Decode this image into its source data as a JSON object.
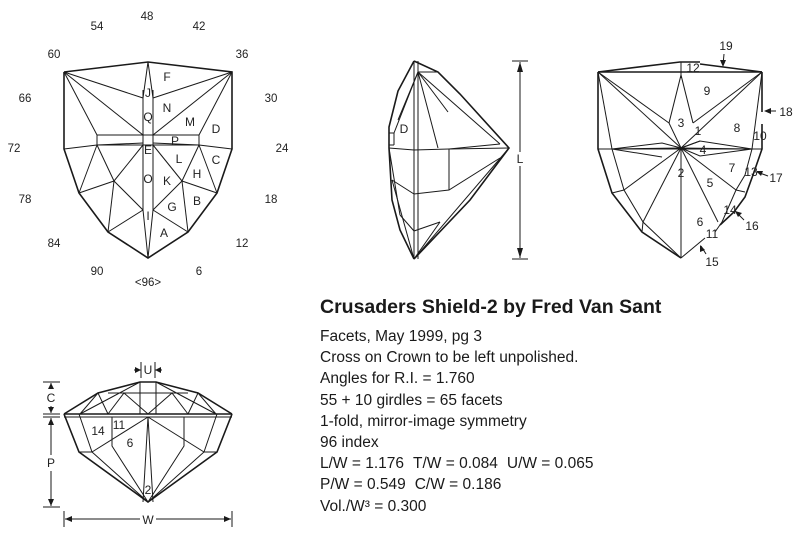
{
  "diagram": {
    "index_wheel": {
      "labels": [
        "48",
        "54",
        "42",
        "60",
        "36",
        "66",
        "30",
        "72",
        "24",
        "78",
        "18",
        "84",
        "12",
        "90",
        "6"
      ],
      "center_label": "<96>"
    },
    "crown_view": {
      "facet_labels": [
        "F",
        "J",
        "N",
        "Q",
        "M",
        "D",
        "P",
        "E",
        "L",
        "C",
        "H",
        "O",
        "K",
        "G",
        "B",
        "I",
        "A"
      ]
    },
    "side_view": {
      "facet_label": "D",
      "dimension_label": "L"
    },
    "pavilion_view": {
      "facet_labels": [
        "12",
        "9",
        "3",
        "1",
        "8",
        "10",
        "4",
        "2",
        "7",
        "13",
        "5",
        "14",
        "6",
        "11"
      ],
      "callouts": [
        "19",
        "18",
        "17",
        "16",
        "15"
      ]
    },
    "profile_view": {
      "dimension_labels": {
        "u": "U",
        "c": "C",
        "p": "P",
        "w": "W"
      },
      "facet_labels": [
        "14",
        "11",
        "6",
        "2"
      ]
    }
  },
  "info": {
    "title": "Crusaders Shield-2 by Fred Van Sant",
    "lines": [
      "Facets, May 1999, pg 3",
      "Cross on Crown to be left unpolished.",
      "Angles for R.I. = 1.760",
      "55 + 10 girdles = 65 facets",
      "1-fold, mirror-image symmetry",
      "96 index"
    ],
    "ratios_1": [
      "L/W = 1.176",
      "T/W = 0.084",
      "U/W = 0.065"
    ],
    "ratios_2": [
      "P/W = 0.549",
      "C/W = 0.186"
    ],
    "volume": "Vol./W³ = 0.300"
  }
}
